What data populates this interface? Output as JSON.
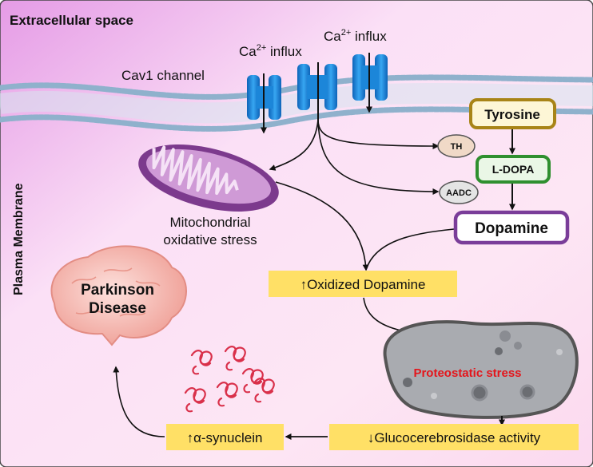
{
  "labels": {
    "extracellular": "Extracellular space",
    "plasma_membrane": "Plasma Membrane",
    "cav1_channel": "Cav1 channel",
    "ca_influx_1": {
      "base": "Ca",
      "sup": "2+",
      "rest": " influx"
    },
    "ca_influx_2": {
      "base": "Ca",
      "sup": "2+",
      "rest": " influx"
    },
    "mito_line1": "Mitochondrial",
    "mito_line2": "oxidative stress",
    "th": "TH",
    "aadc": "AADC",
    "tyrosine": "Tyrosine",
    "l_dopa": "L-DOPA",
    "dopamine": "Dopamine",
    "oxidized_dopamine": "↑Oxidized Dopamine",
    "proteostatic": "Proteostatic stress",
    "gcase": "↓Glucocerebrosidase activity",
    "alpha_syn": "↑α-synuclein",
    "pd_line1": "Parkinson",
    "pd_line2": "Disease"
  },
  "colors": {
    "membrane": "#7fa7c6",
    "channel": "#1f8fe0",
    "mitochondrion": "#9b4fa8",
    "tyrosine_border": "#a88417",
    "ldopa_border": "#2f8f2f",
    "dopamine_border": "#7a3d99",
    "highlight_box": "#ffe066",
    "proteostatic_text": "#e4151b",
    "synuclein": "#d9304a",
    "brain": "#f1a9a0"
  }
}
